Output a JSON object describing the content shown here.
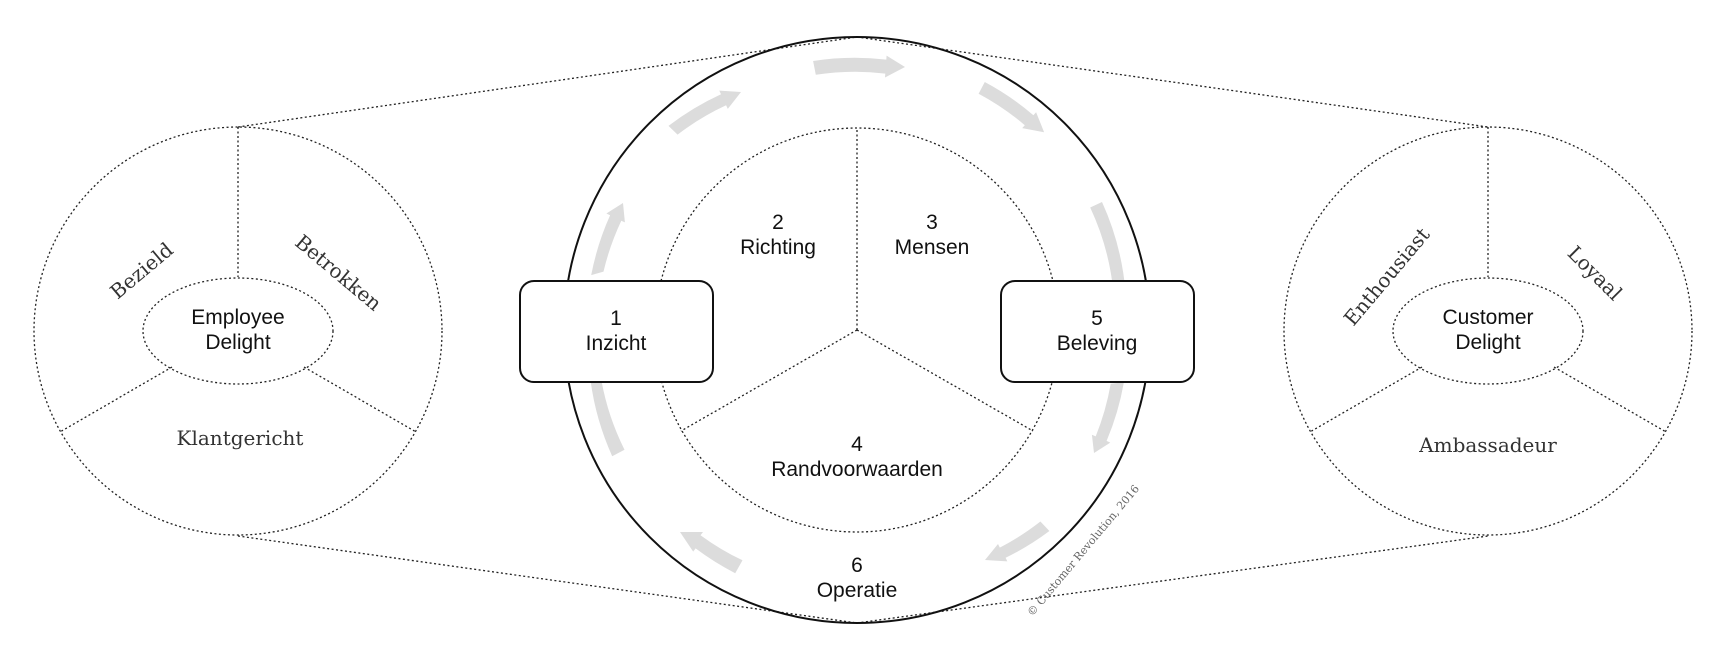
{
  "center": {
    "steps": [
      {
        "number": "1",
        "label": "Inzicht"
      },
      {
        "number": "2",
        "label": "Richting"
      },
      {
        "number": "3",
        "label": "Mensen"
      },
      {
        "number": "4",
        "label": "Randvoorwaarden"
      },
      {
        "number": "5",
        "label": "Beleving"
      },
      {
        "number": "6",
        "label": "Operatie"
      }
    ],
    "copyright": "© Customer Revolution, 2016",
    "arrow_color": "#dcdcdc"
  },
  "left": {
    "hub_line1": "Employee",
    "hub_line2": "Delight",
    "segments": [
      "Bezield",
      "Betrokken",
      "Klantgericht"
    ]
  },
  "right": {
    "hub_line1": "Customer",
    "hub_line2": "Delight",
    "segments": [
      "Enthousiast",
      "Loyaal",
      "Ambassadeur"
    ]
  }
}
